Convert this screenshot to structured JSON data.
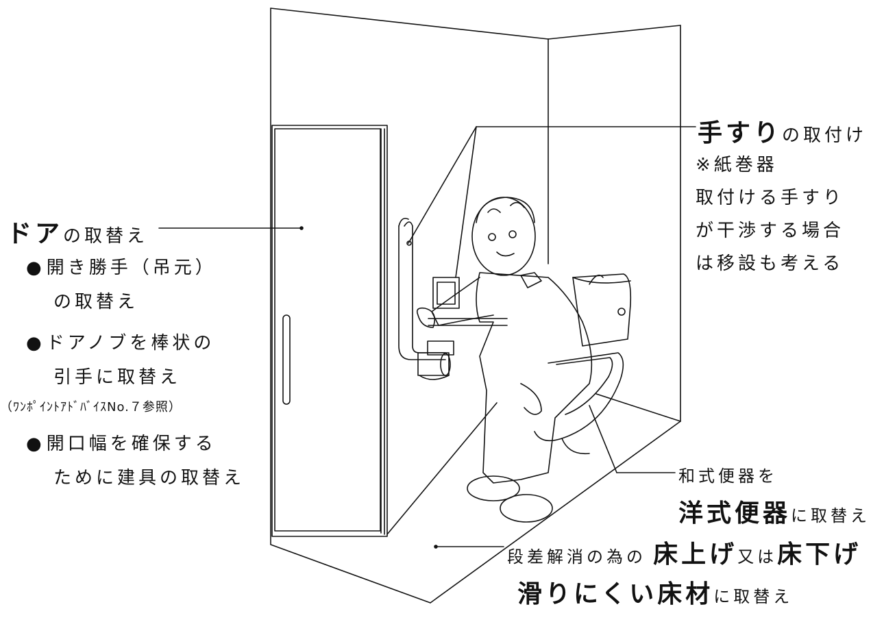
{
  "handrail": {
    "title_bold": "手すり",
    "title_rest": "の取付け",
    "note": [
      "※紙巻器",
      "取付ける手すり",
      "が干渉する場合",
      "は移設も考える"
    ]
  },
  "door": {
    "title_bold": "ドア",
    "title_rest": "の取替え",
    "bullets": [
      {
        "mark": "●",
        "lines": [
          "開き勝手（吊元）",
          "の取替え"
        ]
      },
      {
        "mark": "●",
        "lines": [
          "ドアノブを棒状の",
          "引手に取替え"
        ]
      },
      {
        "mark": "●",
        "lines": [
          "開口幅を確保する",
          "ために建具の取替え"
        ]
      }
    ],
    "reference": "（ﾜﾝﾎﾟｲﾝﾄｱﾄﾞﾊﾞｲｽNo.７参照）"
  },
  "toilet": {
    "line1": "和式便器を",
    "bold": "洋式便器",
    "rest": "に取替え"
  },
  "floor": {
    "prefix": "段差解消の為の",
    "bold1": "床上げ",
    "mid": "又は",
    "bold2": "床下げ",
    "bold3": "滑りにくい床材",
    "rest": "に取替え"
  }
}
